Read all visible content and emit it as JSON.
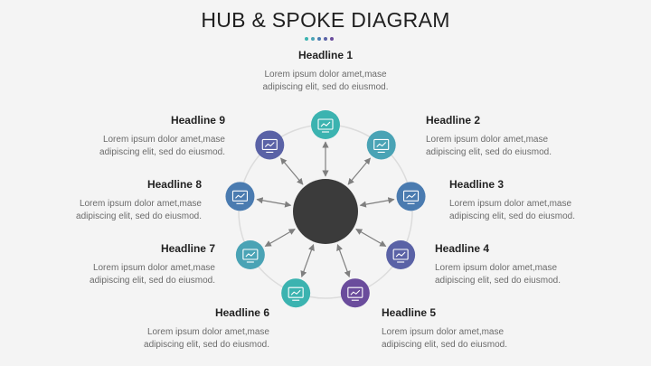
{
  "title": "HUB & SPOKE DIAGRAM",
  "accent_dots": [
    "#3bb3b0",
    "#4aa3b5",
    "#4a7bb0",
    "#5a62a6",
    "#6a4c9c"
  ],
  "colors": {
    "hub": "#3b3b3b",
    "ring": "#dcdcdc",
    "arrow": "#7f7f7f"
  },
  "spokes": [
    {
      "headline": "Headline 1",
      "line1": "Lorem ipsum dolor amet,mase",
      "line2": "adipiscing elit, sed do eiusmod.",
      "color": "#3bb3b0",
      "icon": "monitor-chart-icon"
    },
    {
      "headline": "Headline 2",
      "line1": "Lorem ipsum dolor amet,mase",
      "line2": "adipiscing elit, sed do eiusmod.",
      "color": "#4aa3b5",
      "icon": "dashboard-icon"
    },
    {
      "headline": "Headline 3",
      "line1": "Lorem ipsum dolor amet,mase",
      "line2": "adipiscing elit, sed do eiusmod.",
      "color": "#4a7bb0",
      "icon": "presentation-icon"
    },
    {
      "headline": "Headline 4",
      "line1": "Lorem ipsum dolor amet,mase",
      "line2": "adipiscing elit, sed do eiusmod.",
      "color": "#5a62a6",
      "icon": "team-chart-icon"
    },
    {
      "headline": "Headline 5",
      "line1": "Lorem ipsum dolor amet,mase",
      "line2": "adipiscing elit, sed do eiusmod.",
      "color": "#6a4c9c",
      "icon": "money-bag-icon"
    },
    {
      "headline": "Headline 6",
      "line1": "Lorem ipsum dolor amet,mase",
      "line2": "adipiscing elit, sed do eiusmod.",
      "color": "#3bb3b0",
      "icon": "report-icon"
    },
    {
      "headline": "Headline 7",
      "line1": "Lorem ipsum dolor amet,mase",
      "line2": "adipiscing elit, sed do eiusmod.",
      "color": "#4aa3b5",
      "icon": "analytics-board-icon"
    },
    {
      "headline": "Headline 8",
      "line1": "Lorem ipsum dolor amet,mase",
      "line2": "adipiscing elit, sed do eiusmod.",
      "color": "#4a7bb0",
      "icon": "browser-chart-icon"
    },
    {
      "headline": "Headline 9",
      "line1": "Lorem ipsum dolor amet,mase",
      "line2": "adipiscing elit, sed do eiusmod.",
      "color": "#5a62a6",
      "icon": "gear-money-icon"
    }
  ]
}
